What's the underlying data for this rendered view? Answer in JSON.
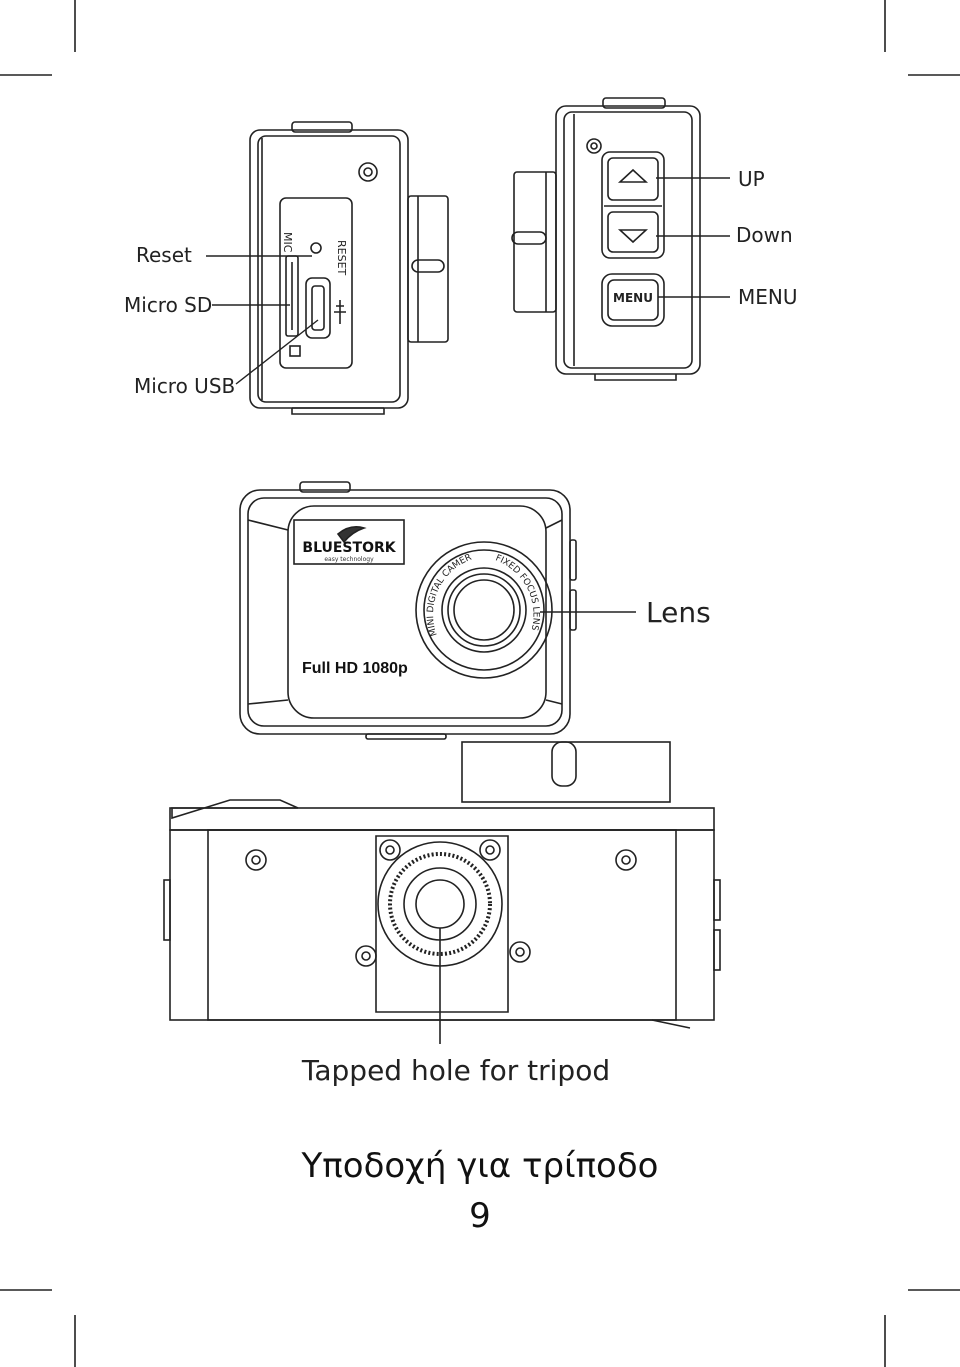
{
  "side_view_left": {
    "labels": {
      "reset": "Reset",
      "micro_sd": "Micro SD",
      "micro_usb": "Micro USB"
    },
    "port_text": {
      "reset": "RESET",
      "sd": "MIC"
    }
  },
  "side_view_right": {
    "labels": {
      "up": "UP",
      "down": "Down",
      "menu": "MENU"
    },
    "button_text": {
      "menu": "MENU"
    }
  },
  "front_view": {
    "brand": "BLUESTORK",
    "brand_tagline": "easy technology",
    "ring_text_left": "MINI DIGITAL CAMERA",
    "ring_text_right": "FIXED FOCUS LENS",
    "resolution": "Full HD 1080p",
    "labels": {
      "lens": "Lens"
    }
  },
  "bottom_view": {
    "labels": {
      "tripod": "Tapped hole for tripod"
    }
  },
  "footer": {
    "greek_caption": "Υποδοχή για τρίποδο",
    "page_number": "9"
  }
}
